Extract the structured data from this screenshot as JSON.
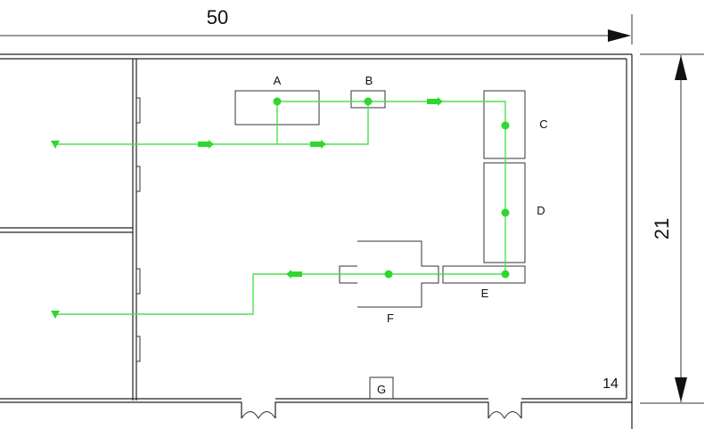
{
  "dimensions": {
    "width_label": "50",
    "height_label": "21"
  },
  "room_number": "14",
  "stations": {
    "A": "A",
    "B": "B",
    "C": "C",
    "D": "D",
    "E": "E",
    "F": "F",
    "G": "G"
  },
  "colors": {
    "flow": "#4ee04e",
    "node": "#2ed82e",
    "wall": "#222222"
  }
}
